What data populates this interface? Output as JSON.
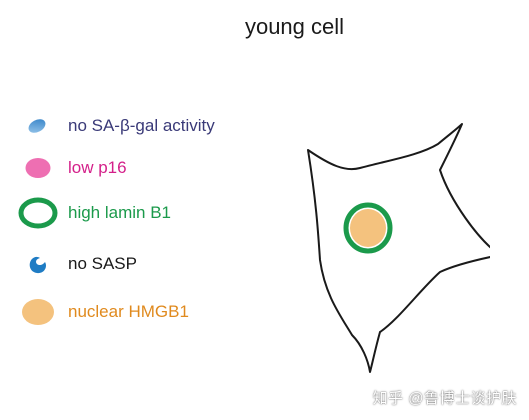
{
  "title": "young cell",
  "legend": [
    {
      "label": "no SA-β-gal activity",
      "color": "#3a3a78",
      "icon": "blue-ellipse-icon"
    },
    {
      "label": "low p16",
      "color": "#d4208a",
      "icon": "pink-ellipse-icon"
    },
    {
      "label": "high lamin B1",
      "color": "#1b9a4b",
      "icon": "green-ring-icon"
    },
    {
      "label": "no SASP",
      "color": "#1a1a1a",
      "icon": "blue-droplet-icon"
    },
    {
      "label": "nuclear HMGB1",
      "color": "#e08a1e",
      "icon": "orange-ellipse-icon"
    }
  ],
  "colors": {
    "sa_beta_gal": "#3f8fd0",
    "p16": "#ee6fb2",
    "lamin_b1": "#1b9a4b",
    "sasp": "#1f7cc4",
    "hmgb1": "#f4c27e",
    "cell_outline": "#1a1a1a"
  },
  "watermark": "知乎 @鲁博士谈护肤"
}
